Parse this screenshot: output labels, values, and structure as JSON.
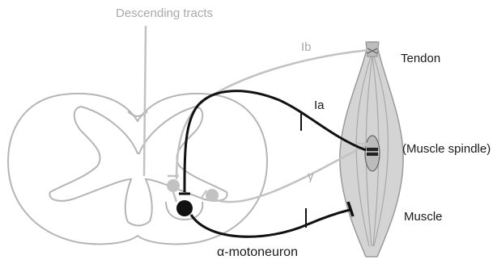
{
  "labels": {
    "descending_tracts": "Descending tracts",
    "ib": "Ib",
    "ia": "Ia",
    "gamma": "γ",
    "tendon": "Tendon",
    "muscle_spindle": "(Muscle spindle)",
    "muscle": "Muscle",
    "alpha_motoneuron": "α-motoneuron"
  },
  "colors": {
    "gray_fiber": "#c2c2c2",
    "black_fiber": "#111111",
    "cord_outline": "#b5b5b5",
    "muscle_fill": "#d4d4d4",
    "muscle_stroke": "#9a9a9a",
    "label_gray": "#a9a9a9",
    "label_dark": "#1a1a1a"
  }
}
